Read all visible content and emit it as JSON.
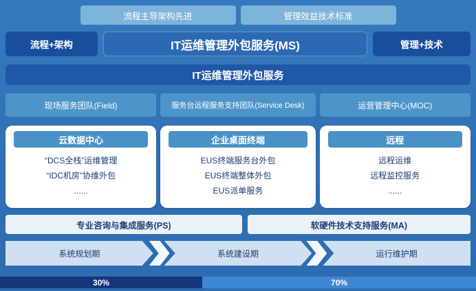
{
  "top_banners": [
    {
      "label": "流程主导架构先进"
    },
    {
      "label": "管理效益技术标准"
    }
  ],
  "header": {
    "left": "流程+架构",
    "center": "IT运维管理外包服务(MS)",
    "right": "管理+技术"
  },
  "banner": {
    "label": "IT运维管理外包服务"
  },
  "teams": [
    {
      "label": "现场服务团队(Field)"
    },
    {
      "label": "服务台远程服务支持团队(Service Desk)"
    },
    {
      "label": "运营管理中心(MOC)"
    }
  ],
  "cards": [
    {
      "title": "云数据中心",
      "items": [
        "“DCS全栈”运维管理",
        "“IDC机房”协维外包",
        "......"
      ]
    },
    {
      "title": "企业桌面终端",
      "items": [
        "EUS终端服务台外包",
        "EUS终端整体外包",
        "EUS派单服务"
      ]
    },
    {
      "title": "远程",
      "items": [
        "远程运维",
        "远程监控服务",
        "......"
      ]
    }
  ],
  "support_bars": [
    {
      "label": "专业咨询与集成服务(PS)"
    },
    {
      "label": "软硬件技术支持服务(MA)"
    }
  ],
  "timeline": {
    "phases": [
      {
        "label": "系统规划期"
      },
      {
        "label": "系统建设期"
      },
      {
        "label": "运行维护期"
      }
    ]
  },
  "progress": {
    "left_label": "30%",
    "right_label": "70%"
  },
  "colors": {
    "background": "#2e6fb3",
    "light_pill": "#7fb4da",
    "dark_blue": "#1a4e9d",
    "medium_blue": "#2c69b2",
    "banner_blue": "#1f58a6",
    "team_blue": "#4d95c9",
    "card_header_blue": "#4991c6",
    "card_text": "#1c3a70",
    "support_bar_bg": "#e9f1f9",
    "arrow_light": "#cfe1f1",
    "progress_dark": "#16357d",
    "progress_light": "#3e87d2"
  }
}
